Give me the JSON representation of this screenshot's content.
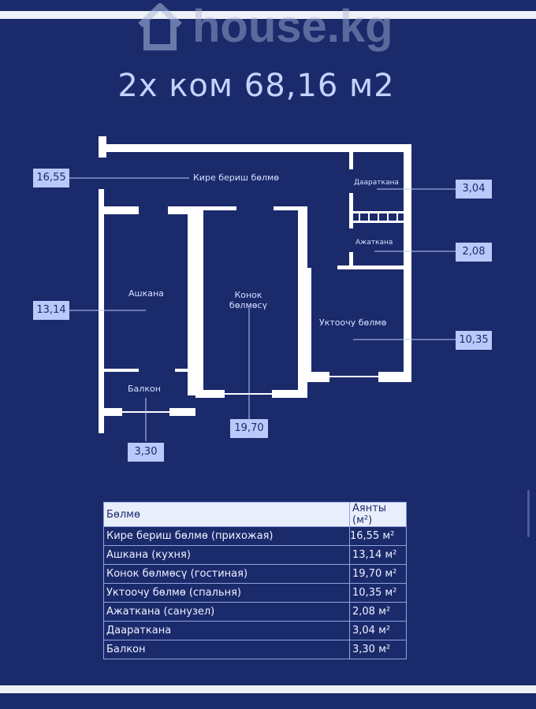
{
  "watermark": "house.kg",
  "title": "2х ком  68,16 м2",
  "plan": {
    "rooms": [
      {
        "name": "Кире бериш бөлмө",
        "area": "16,55"
      },
      {
        "name": "Ашкана",
        "area": "13,14"
      },
      {
        "name": "Конок бөлмөсү",
        "area": "19,70"
      },
      {
        "name": "Уктоочу бөлмө",
        "area": "10,35"
      },
      {
        "name": "Ажаткана",
        "area": "2,08"
      },
      {
        "name": "Дааратканa",
        "area": "3,04"
      },
      {
        "name": "Балкон",
        "area": "3,30"
      }
    ]
  },
  "table": {
    "headers": [
      "Бөлмө",
      "Аянты (м²)"
    ],
    "rows": [
      [
        "Кире бериш бөлмө (прихожая)",
        "16,55 м²"
      ],
      [
        "Ашкана (кухня)",
        "13,14 м²"
      ],
      [
        "Конок бөлмөсү (гостиная)",
        "19,70 м²"
      ],
      [
        "Уктоочу бөлмө (спальня)",
        "10,35 м²"
      ],
      [
        "Ажаткана (санузел)",
        "2,08 м²"
      ],
      [
        "Даараткана",
        "3,04 м²"
      ],
      [
        "Балкон",
        "3,30 м²"
      ]
    ]
  }
}
